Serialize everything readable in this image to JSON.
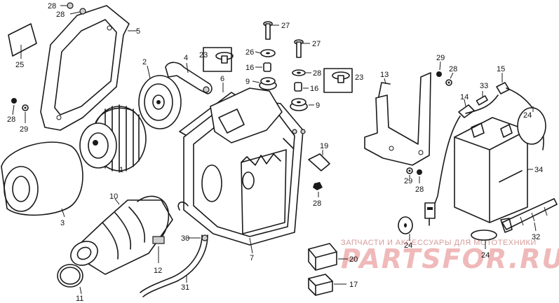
{
  "labels": {
    "p1": "1",
    "p2": "2",
    "p3": "3",
    "p4": "4",
    "p5": "5",
    "p6": "6",
    "p7": "7",
    "p9a": "9",
    "p9b": "9",
    "p10": "10",
    "p11": "11",
    "p12": "12",
    "p13": "13",
    "p14": "14",
    "p15": "15",
    "p16a": "16",
    "p16b": "16",
    "p17": "17",
    "p19": "19",
    "p20": "20",
    "p23a": "23",
    "p23b": "23",
    "p24a": "24",
    "p24b": "24",
    "p24c": "24",
    "p25": "25",
    "p26": "26",
    "p27a": "27",
    "p27b": "27",
    "p28a": "28",
    "p28b": "28",
    "p28c": "28",
    "p28d": "28",
    "p28e": "28",
    "p28f": "28",
    "p28g": "28",
    "p29a": "29",
    "p29b": "29",
    "p29c": "29",
    "p30": "30",
    "p31": "31",
    "p32": "32",
    "p33": "33",
    "p34": "34"
  },
  "watermark": {
    "line1": "ЗАПЧАСТИ И АКСЕССУАРЫ ДЛЯ МОТОТЕХНИКИ",
    "line2": "PARTSFOR.RU"
  }
}
